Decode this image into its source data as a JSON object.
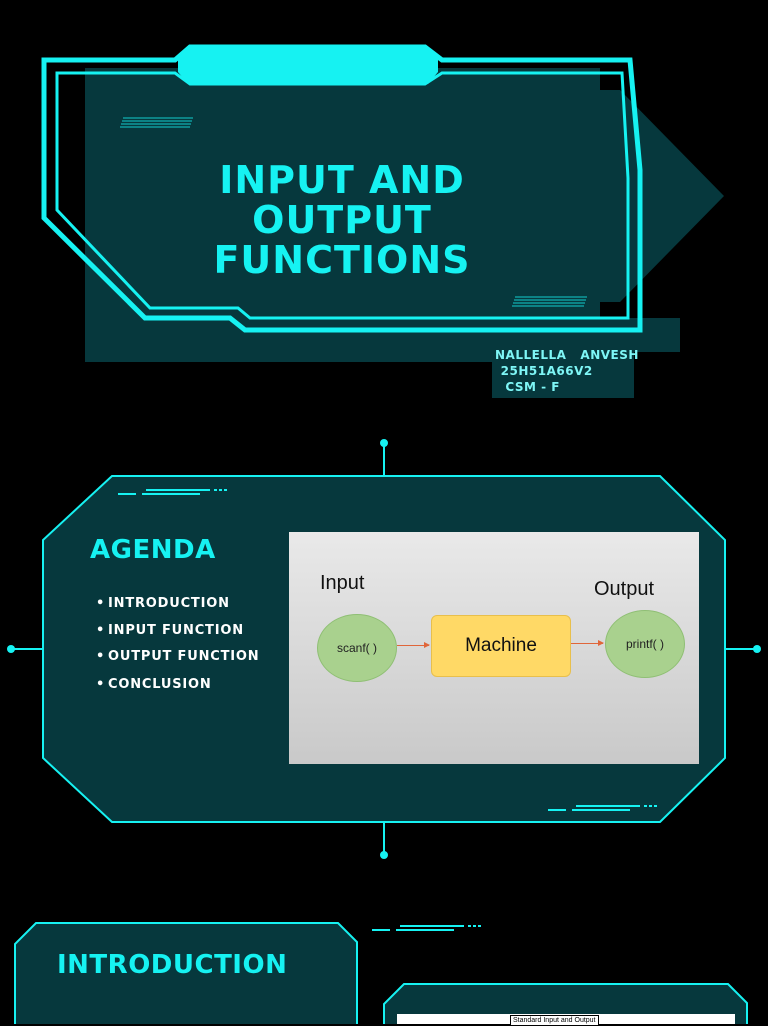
{
  "slide1": {
    "title_lines": [
      "INPUT AND",
      "OUTPUT",
      "FUNCTIONS"
    ],
    "author": {
      "name": "NALLELLA   ANVESH",
      "roll": " 25H51A66V2",
      "section": "  CSM - F"
    }
  },
  "slide2": {
    "heading": "AGENDA",
    "items": [
      "INTRODUCTION",
      "INPUT FUNCTION",
      "OUTPUT FUNCTION",
      "CONCLUSION"
    ],
    "diagram": {
      "input_label": "Input",
      "output_label": "Output",
      "input_node": "scanf( )",
      "machine_node": "Machine",
      "output_node": "printf( )"
    }
  },
  "slide3": {
    "heading": "INTRODUCTION",
    "thumbnail_caption": "Standard Input and Output"
  },
  "colors": {
    "accent": "#16f2f2",
    "panel": "#06383d",
    "background": "#000000"
  }
}
